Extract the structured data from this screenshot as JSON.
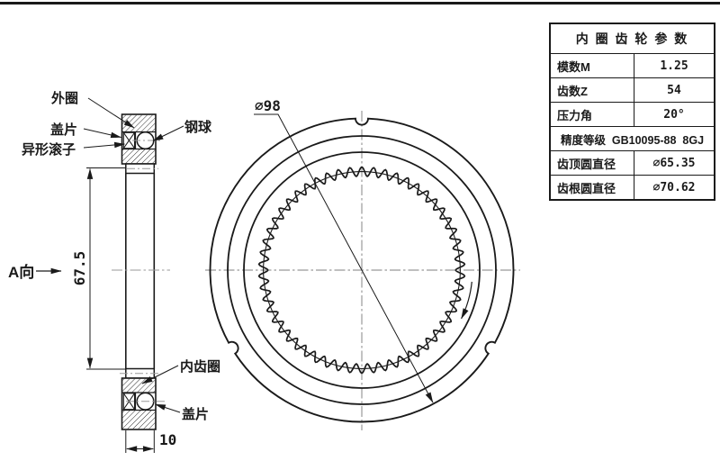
{
  "colors": {
    "line": "#1a1a1a",
    "centerline": "#999999",
    "background": "#ffffff"
  },
  "section_view": {
    "labels": {
      "outer_ring": "外圈",
      "cover_plate_top": "盖片",
      "special_roller": "异形滚子",
      "steel_ball": "钢球",
      "inner_gear_ring": "内齿圈",
      "cover_plate_bottom": "盖片",
      "view_direction": "A向"
    },
    "dimensions": {
      "ring_height": "67.5",
      "ring_width": "10"
    }
  },
  "front_view": {
    "dimensions": {
      "outer_diameter": "∅98"
    },
    "gear": {
      "teeth": 54,
      "notches": 3,
      "rotation_arrow": "clockwise"
    }
  },
  "table": {
    "title": "内 圈 齿 轮 参 数",
    "rows": [
      {
        "label": "模数M",
        "value": "1.25"
      },
      {
        "label": "齿数Z",
        "value": "54"
      },
      {
        "label": "压力角",
        "value": "20°"
      },
      {
        "label": "精度等级  GB10095-88  8GJ",
        "span": true
      },
      {
        "label": "齿顶圆直径",
        "value": "∅65.35"
      },
      {
        "label": "齿根圆直径",
        "value": "∅70.62"
      }
    ]
  }
}
